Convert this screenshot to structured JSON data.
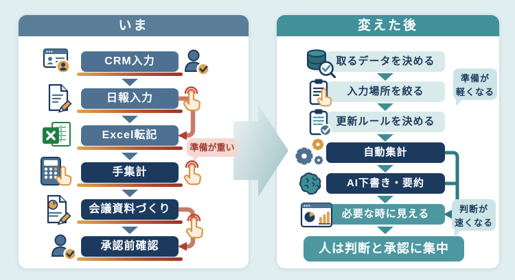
{
  "diagram": {
    "left_panel": {
      "title": "いま",
      "steps": [
        {
          "label": "CRM入力",
          "icon": "crm-browser-icon",
          "side_icon": "person-check-icon"
        },
        {
          "label": "日報入力",
          "icon": "document-pencil-icon",
          "side_icon": "tap-hand-icon"
        },
        {
          "label": "Excel転記",
          "icon": "excel-icon"
        },
        {
          "label": "手集計",
          "icon": "calculator-hand-icon",
          "side_icon": "tap-hand-icon"
        },
        {
          "label": "会議資料づくり",
          "icon": "document-chart-pencil-icon",
          "side_icon": "tap-hand-icon"
        },
        {
          "label": "承認前確認",
          "icon": "person-check-icon"
        }
      ],
      "callout": {
        "text": "準備が重い"
      }
    },
    "right_panel": {
      "title": "変えた後",
      "steps": [
        {
          "label": "取るデータを決める",
          "icon": "database-magnifier-icon"
        },
        {
          "label": "入力場所を絞る",
          "icon": "clipboard-hand-icon"
        },
        {
          "label": "更新ルールを決める",
          "icon": "clipboard-check-icon"
        },
        {
          "label": "自動集計",
          "icon": "gears-icon"
        },
        {
          "label": "AI下書き・要約",
          "icon": "brain-icon"
        },
        {
          "label": "必要な時に見える",
          "icon": "dashboard-icon"
        }
      ],
      "callouts": [
        {
          "lines": [
            "準備が",
            "軽くなる"
          ]
        },
        {
          "lines": [
            "判断が",
            "速くなる"
          ]
        }
      ],
      "conclusion": "人は判断と承認に集中"
    },
    "colors": {
      "page_bg": "#E0EEF0",
      "slate": "#4E7191",
      "slate_header": "#5A7D99",
      "navy": "#1C3A5E",
      "teal_header": "#41919B",
      "teal_box": "#4D98A0",
      "light_teal_box": "#D8EAEA",
      "callout_pink_bg": "#F6D8D3",
      "callout_pink_text": "#9D392E",
      "callout_teal_bg": "#CDE4E7",
      "underline_orange": "#DFA255",
      "underline_red": "#9E3226",
      "connector_red": "#C97B68",
      "connector_teal": "#2F7A85"
    }
  }
}
